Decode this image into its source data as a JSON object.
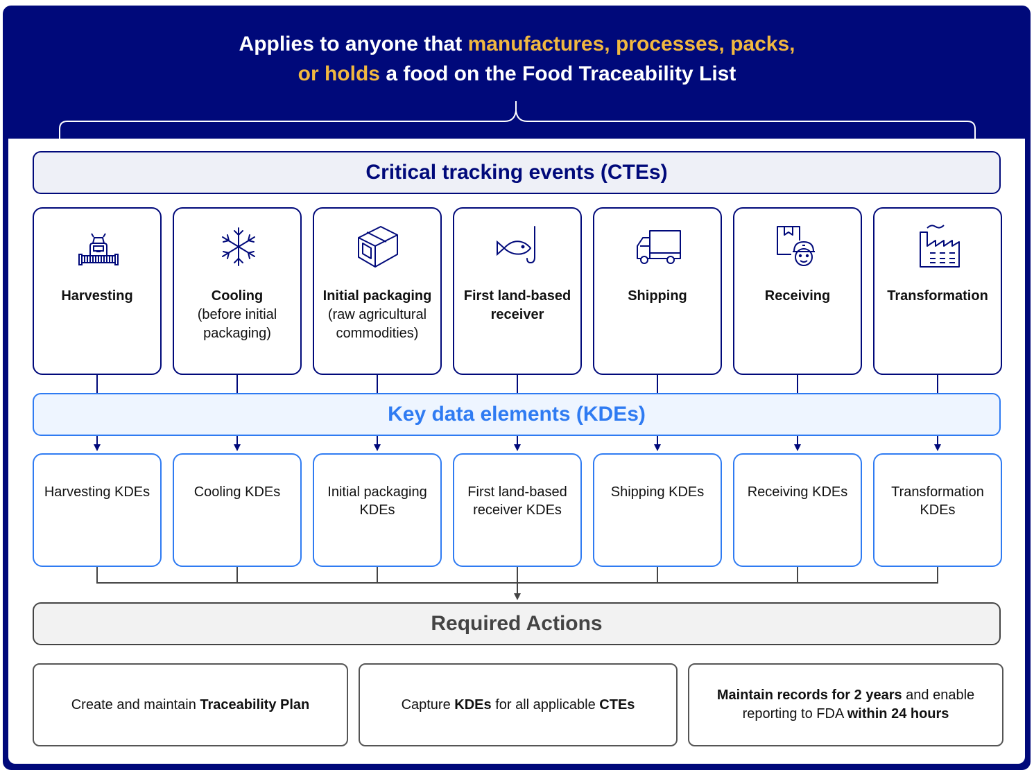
{
  "header": {
    "line1_pre": "Applies to anyone that ",
    "line1_hl": "manufactures, processes, packs,",
    "line2_hl": "or holds",
    "line2_post": " a food on the Food Traceability List",
    "highlight_color": "#f1b840",
    "background_color": "#00097a"
  },
  "cte_band": {
    "title": "Critical tracking events (CTEs)"
  },
  "ctes": [
    {
      "title": "Harvesting",
      "sub": "",
      "icon": "harvester-icon"
    },
    {
      "title": "Cooling",
      "sub": "(before initial packaging)",
      "icon": "snowflake-icon"
    },
    {
      "title": "Initial packaging",
      "sub": "(raw agricultural commodities)",
      "icon": "box-icon"
    },
    {
      "title": "First land-based receiver",
      "sub": "",
      "icon": "fish-hook-icon"
    },
    {
      "title": "Shipping",
      "sub": "",
      "icon": "truck-icon"
    },
    {
      "title": "Receiving",
      "sub": "",
      "icon": "worker-package-icon"
    },
    {
      "title": "Transformation",
      "sub": "",
      "icon": "factory-icon"
    }
  ],
  "kde_band": {
    "title": "Key data elements (KDEs)"
  },
  "kdes": [
    "Harvesting KDEs",
    "Cooling KDEs",
    "Initial packaging KDEs",
    "First land-based receiver KDEs",
    "Shipping KDEs",
    "Receiving KDEs",
    "Transformation KDEs"
  ],
  "required_band": {
    "title": "Required Actions"
  },
  "actions": {
    "a1_pre": "Create and maintain ",
    "a1_bold": "Traceability Plan",
    "a2_pre": "Capture ",
    "a2_bold1": "KDEs",
    "a2_mid": " for all applicable ",
    "a2_bold2": "CTEs",
    "a3_bold1": "Maintain records for 2 years",
    "a3_mid": " and enable reporting to FDA ",
    "a3_bold2": "within 24 hours"
  },
  "colors": {
    "navy": "#00097a",
    "blue": "#2f7bf2",
    "gray": "#444444",
    "gold": "#f1b840"
  }
}
